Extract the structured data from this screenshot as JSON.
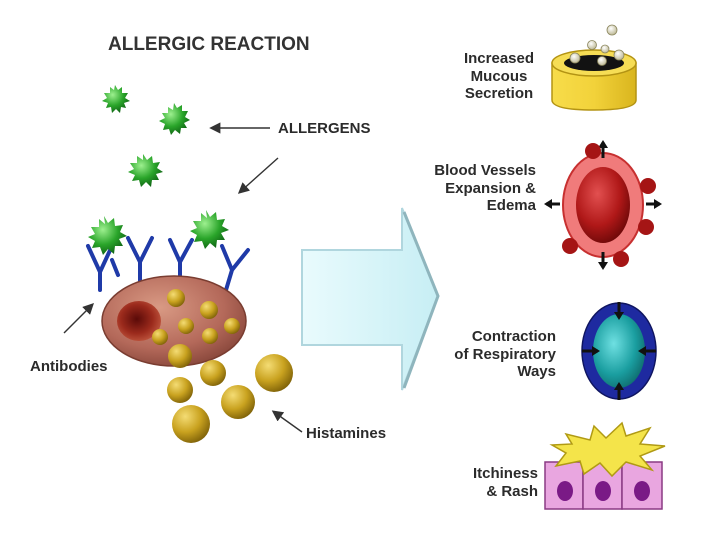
{
  "title": "ALLERGIC REACTION",
  "labels": {
    "allergens": "ALLERGENS",
    "antibodies": "Antibodies",
    "histamines": "Histamines"
  },
  "effects": [
    {
      "line1": "Increased",
      "line2": "Mucous",
      "line3": "Secretion",
      "icon": "mucous-cup-icon"
    },
    {
      "line1": "Blood Vessels",
      "line2": "Expansion &",
      "line3": "Edema",
      "icon": "blood-vessel-icon"
    },
    {
      "line1": "Contraction",
      "line2": "of Respiratory",
      "line3": "Ways",
      "icon": "airway-icon"
    },
    {
      "line1": "Itchiness",
      "line2": "& Rash",
      "icon": "skin-rash-icon"
    }
  ],
  "colors": {
    "allergen": "#2aa52a",
    "antibody": "#1f3aa8",
    "mast_cell": "#b4695a",
    "histamine": "#c9a21f",
    "arrow": "#d4f4f8",
    "cup": "#f2d23a",
    "vessel": "#b01818",
    "airway": "#1a9ea0",
    "skin": "#e9a6e0",
    "rash": "#f4e44a"
  }
}
